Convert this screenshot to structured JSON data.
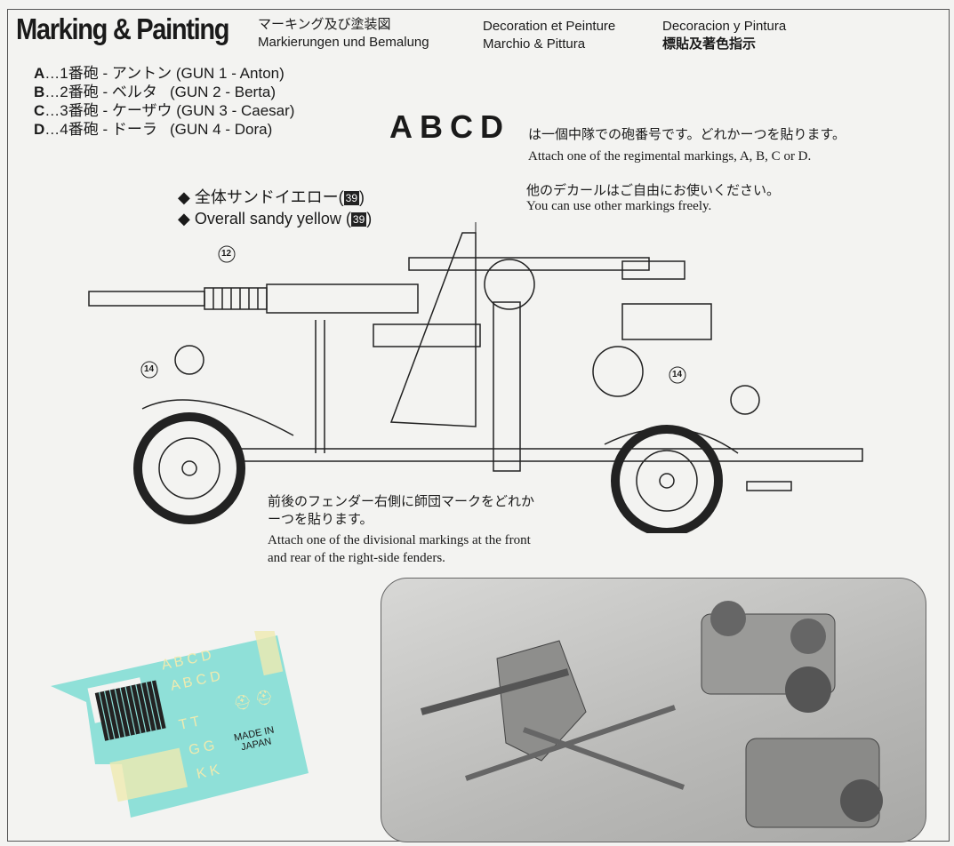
{
  "header": {
    "title": "Marking & Painting",
    "jp": "マーキング及び塗装図",
    "de": "Markierungen und Bemalung",
    "fr": "Decoration et Peinture",
    "it": "Marchio & Pittura",
    "es": "Decoracion y Pintura",
    "zh": "標貼及著色指示"
  },
  "guns": [
    {
      "letter": "A",
      "jp": "…1番砲 - アントン ",
      "en": "(GUN 1 - Anton)"
    },
    {
      "letter": "B",
      "jp": "…2番砲 - ベルタ   ",
      "en": "(GUN 2 - Berta)"
    },
    {
      "letter": "C",
      "jp": "…3番砲 - ケーザウ ",
      "en": "(GUN 3 - Caesar)"
    },
    {
      "letter": "D",
      "jp": "…4番砲 - ドーラ   ",
      "en": "(GUN 4 - Dora)"
    }
  ],
  "regimental": {
    "letters": "ABCD",
    "jp": "は一個中隊での砲番号です。どれかーつを貼ります。",
    "en": "Attach one of the regimental markings, A, B, C or D.",
    "jp2": "他のデカールはご自由にお使いください。",
    "en2": "You can use other markings freely."
  },
  "paint": {
    "jp": "全体サンドイエロー",
    "en": "Overall sandy yellow",
    "color_num": "39",
    "color": "#d8c48a"
  },
  "callouts": {
    "barrel": "12",
    "fender_front": "14",
    "fender_rear": "14"
  },
  "divisional": {
    "jp": "前後のフェンダー右側に師団マークをどれかーつを貼ります。",
    "en": "Attach one of the divisional markings at the front and rear of the right-side fenders."
  },
  "decal_sheet": {
    "made_in": "MADE IN JAPAN",
    "letters": [
      "A",
      "B",
      "C",
      "D",
      "A",
      "B",
      "C",
      "D",
      "G",
      "G",
      "K",
      "K"
    ],
    "sheet_color": "#8fe0d8",
    "print_color": "#efeab0"
  }
}
